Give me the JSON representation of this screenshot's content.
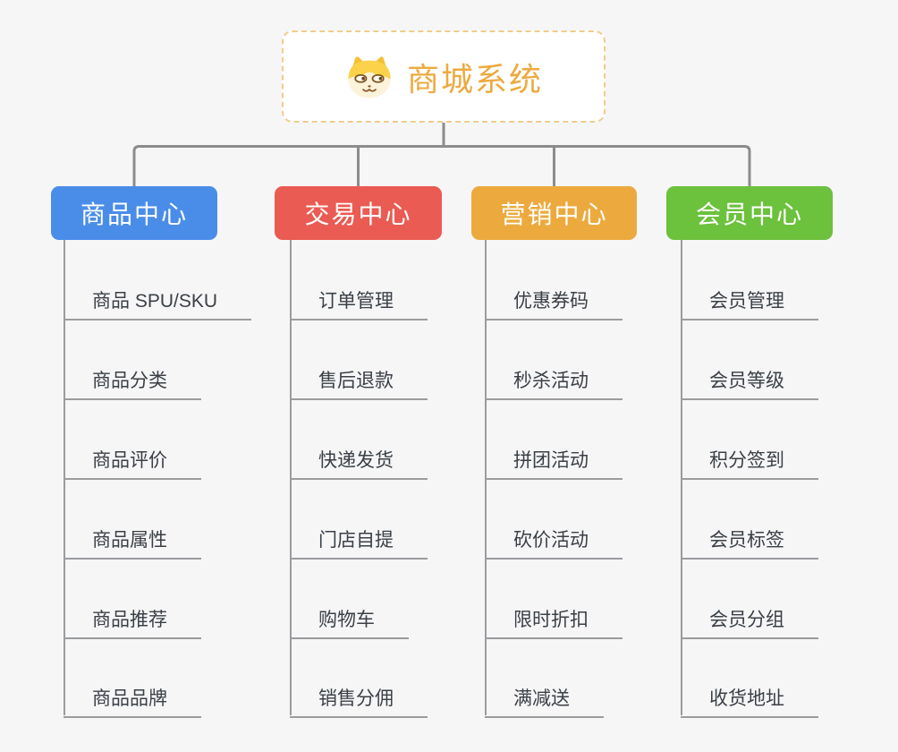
{
  "root": {
    "title": "商城系统",
    "icon": "dog-face-icon"
  },
  "branches": [
    {
      "label": "商品中心",
      "color": "#4a8de9",
      "children": [
        "商品 SPU/SKU",
        "商品分类",
        "商品评价",
        "商品属性",
        "商品推荐",
        "商品品牌"
      ]
    },
    {
      "label": "交易中心",
      "color": "#ea5b53",
      "children": [
        "订单管理",
        "售后退款",
        "快递发货",
        "门店自提",
        "购物车",
        "销售分佣"
      ]
    },
    {
      "label": "营销中心",
      "color": "#ecaa3e",
      "children": [
        "优惠券码",
        "秒杀活动",
        "拼团活动",
        "砍价活动",
        "限时折扣",
        "满减送"
      ]
    },
    {
      "label": "会员中心",
      "color": "#6cc13d",
      "children": [
        "会员管理",
        "会员等级",
        "积分签到",
        "会员标签",
        "会员分组",
        "收货地址"
      ]
    }
  ],
  "colors": {
    "root_accent": "#edaa3f",
    "root_border": "#f0cc8c",
    "connector": "#8c8c8c",
    "sub_connector": "#9a9c9e",
    "leaf_text": "#3b4046",
    "background": "#f6f6f7"
  }
}
